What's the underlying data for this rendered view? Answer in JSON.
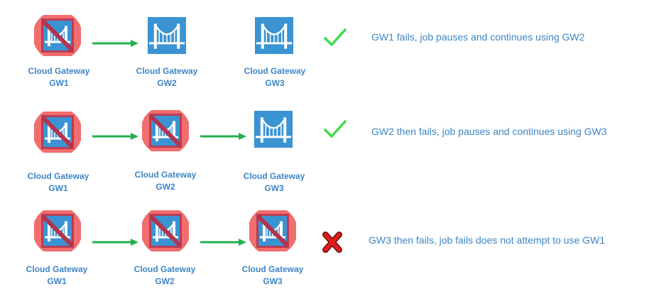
{
  "colors": {
    "gateway_blue": "#3a93d3",
    "failed_circle": "#f26d6d",
    "failed_overlay": "#b2344f",
    "arrow_green": "#22b14c",
    "check_green": "#3ddc4a",
    "cross_red": "#e01b1b",
    "label_blue": "#3d85c6"
  },
  "scenarios": [
    {
      "description": "GW1 fails, job pauses and continues using GW2",
      "result_icon": "check-icon",
      "gateways": [
        {
          "line1": "Cloud Gateway",
          "line2": "GW1",
          "failed": true
        },
        {
          "line1": "Cloud Gateway",
          "line2": "GW2",
          "failed": false
        },
        {
          "line1": "Cloud Gateway",
          "line2": "GW3",
          "failed": false
        }
      ]
    },
    {
      "description": "GW2 then fails, job pauses and continues using GW3",
      "result_icon": "check-icon",
      "gateways": [
        {
          "line1": "Cloud Gateway",
          "line2": "GW1",
          "failed": true
        },
        {
          "line1": "Cloud Gateway",
          "line2": "GW2",
          "failed": true
        },
        {
          "line1": "Cloud Gateway",
          "line2": "GW3",
          "failed": false
        }
      ]
    },
    {
      "description": "GW3 then fails, job fails does not attempt to use GW1",
      "result_icon": "cross-icon",
      "gateways": [
        {
          "line1": "Cloud Gateway",
          "line2": "GW1",
          "failed": true
        },
        {
          "line1": "Cloud Gateway",
          "line2": "GW2",
          "failed": true
        },
        {
          "line1": "Cloud Gateway",
          "line2": "GW3",
          "failed": true
        }
      ]
    }
  ]
}
